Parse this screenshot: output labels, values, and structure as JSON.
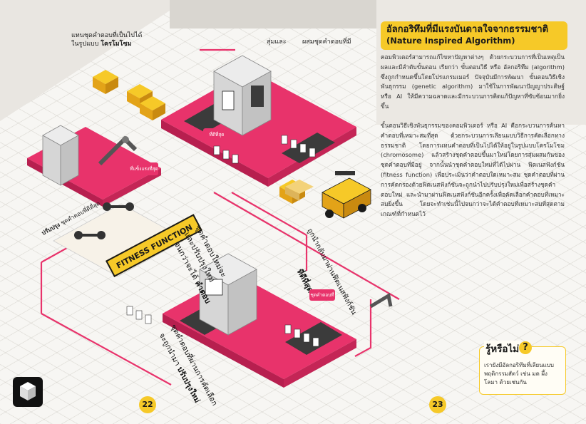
{
  "left_page": {
    "top_caption_line1": "แทนชุดคำตอบที่เป็นไปได้",
    "top_caption_line2": "ในรูปแบบ",
    "top_caption_bold": "โครโมโซม",
    "random_label": "สุ่มและ",
    "mix_label": "ผสมชุดคำตอบที่มี",
    "sign_best": "ที่ดีที่สุด",
    "sign_strong": "ที่แข็งแรงที่สุด",
    "practice_label_bold": "ปรับปรุง",
    "practice_label": "ชุดคำตอบที่ดีที่สุด",
    "fitness_banner": "FITNESS FUNCTION",
    "loop_text_line1": "ชุดคำตอบใหม่จะ",
    "loop_text_line2": "และปรับปรุงใหม่",
    "loop_text_line3": "จนกว่าจะได้",
    "loop_text_bold": "คำตอบ",
    "bottom_text_line1": "ชุดคำตอบที่ผ่านการคัดเลือก",
    "bottom_text_line2": "จะถูกนำมา",
    "bottom_text_bold": "ปรับปรุงใหม่",
    "page_number": "22"
  },
  "middle": {
    "back_to_fitness": "ถูกนำกลับมาผ่านฟิตเนสฟังก์ชัน",
    "best_bold": "ที่ดีที่สุด",
    "sign_right": "ชุดคำตอบที่ดี"
  },
  "right_page": {
    "title_line1": "อัลกอริทึมที่มีแรงบันดาลใจจากธรรมชาติ",
    "title_line2": "(Nature Inspired Algorithm)",
    "paragraph1": "คอมพิวเตอร์สามารถแก้ไขหาปัญหาต่างๆ ด้วยกระบวนการที่เป็นเหตุเป็นผลและมีลำดับขั้นตอน เรียกว่า ขั้นตอนวิธี หรือ อัลกอริทึม (algorithm) ซึ่งถูกกำหนดขึ้นโดยโปรแกรมเมอร์ ปัจจุบันมีการพัฒนา ขั้นตอนวิธีเชิงพันธุกรรม (genetic algorithm) มาใช้ในการพัฒนาปัญญาประดิษฐ์ หรือ AI ให้มีความฉลาดและมีกระบวนการคิดแก้ปัญหาที่ซับซ้อนมากยิ่งขึ้น",
    "paragraph2": "ขั้นตอนวิธีเชิงพันธุกรรมของคอมพิวเตอร์ หรือ AI คือกระบวนการค้นหาคำตอบที่เหมาะสมที่สุด ด้วยกระบวนการเลียนแบบวิธีการคัดเลือกทางธรรมชาติ โดยการแทนคำตอบที่เป็นไปได้ให้อยู่ในรูปแบบโครโมโซม (chromosome) แล้วสร้างชุดคำตอบขึ้นมาใหม่โดยการสุ่มผสมกันของชุดคำตอบที่มีอยู่ จากนั้นนำชุดคำตอบใหม่ที่ได้ไปผ่าน ฟิตเนสฟังก์ชัน (fitness function) เพื่อประเมินว่าคำตอบใดเหมาะสม ชุดคำตอบที่ผ่านการคัดกรองด้วยฟิตเนสฟังก์ชันจะถูกนำไปปรับปรุงใหม่เพื่อสร้างชุดคำตอบใหม่ และนำมาผ่านฟิตเนสฟังก์ชันอีกครั้งเพื่อคัดเลือกคำตอบที่เหมาะสมยิ่งขึ้น โดยจะทำเช่นนี้ไปจนกว่าจะได้คำตอบที่เหมาะสมที่สุดตามเกณฑ์ที่กำหนดไว้",
    "know_title": "รู้หรือไม่",
    "know_mark": "?",
    "know_text": "เรายังมีอัลกอริทึมที่เลียนแบบพฤติกรรมสัตว์ เช่น มด ผึ้ง โลมา ด้วยเช่นกัน",
    "page_number": "23"
  },
  "colors": {
    "accent_yellow": "#f6c928",
    "accent_pink": "#e8336b",
    "ink": "#1a1a1a"
  }
}
